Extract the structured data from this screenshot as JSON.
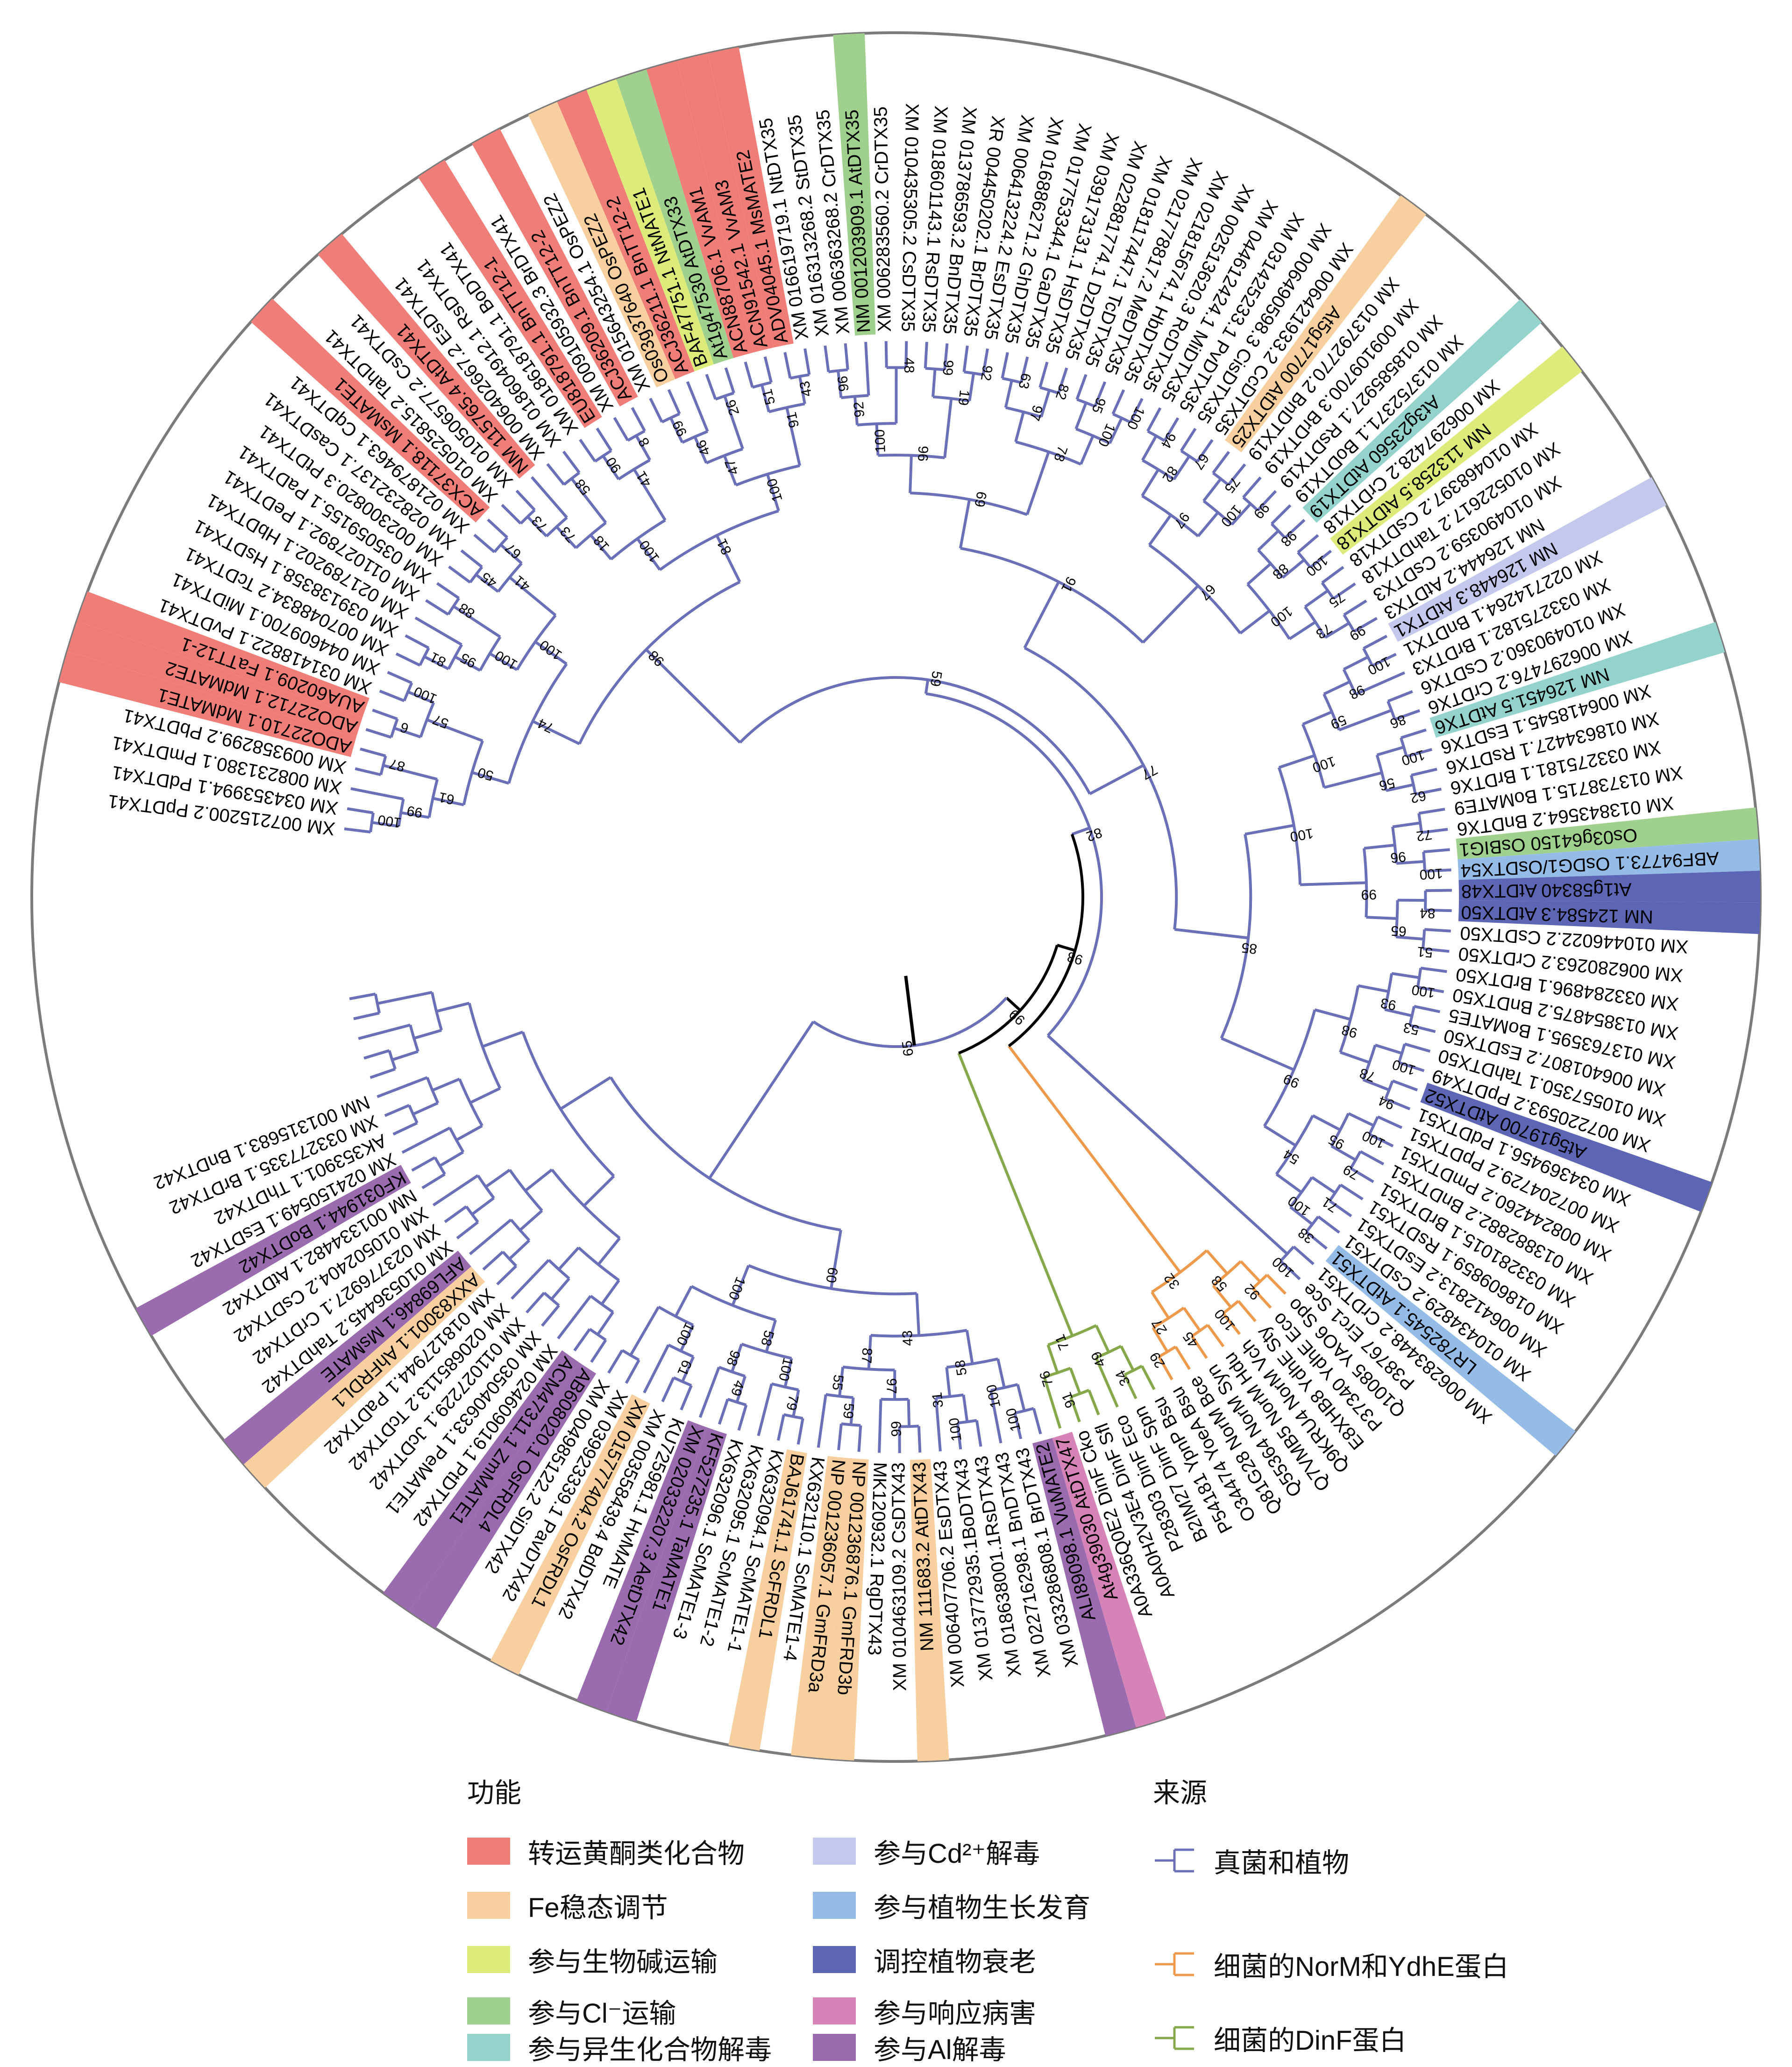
{
  "colors": {
    "fungi_plant": "#6A70B8",
    "bacterial_norm": "#EE9A4D",
    "bacterial_dinf": "#84A84A",
    "root": "#000000",
    "circle": "#7B7B7B"
  },
  "legend": {
    "function_title": "功能",
    "source_title": "来源",
    "function_items": [
      {
        "id": "flav",
        "label": "转运黄酮类化合物",
        "color": "#F07E78"
      },
      {
        "id": "fe",
        "label": "Fe稳态调节",
        "color": "#F8CF9E"
      },
      {
        "id": "alk",
        "label": "参与生物碱运输",
        "color": "#DCEB7A"
      },
      {
        "id": "cl",
        "label": "参与Cl⁻运输",
        "color": "#9FD08D"
      },
      {
        "id": "xeno",
        "label": "参与异生化合物解毒",
        "color": "#94D2CC"
      },
      {
        "id": "cd",
        "label": "参与Cd²⁺解毒",
        "color": "#C4C8EC"
      },
      {
        "id": "growth",
        "label": "参与植物生长发育",
        "color": "#95BCE6"
      },
      {
        "id": "senes",
        "label": "调控植物衰老",
        "color": "#5C66B4"
      },
      {
        "id": "path",
        "label": "参与响应病害",
        "color": "#D684B8"
      },
      {
        "id": "al",
        "label": "参与Al解毒",
        "color": "#9A6BAE"
      }
    ],
    "source_items": [
      {
        "id": "fp",
        "label": "真菌和植物",
        "color": "#6A70B8"
      },
      {
        "id": "norm",
        "label": "细菌的NorM和YdhE蛋白",
        "color": "#EE9A4D"
      },
      {
        "id": "dinf",
        "label": "细菌的DinF蛋白",
        "color": "#84A84A"
      }
    ]
  },
  "tree": {
    "leaves": [
      {
        "label": "XM 007215200.2 PpDTX41"
      },
      {
        "label": "XM 034353994.1 PdDTX41"
      },
      {
        "label": "XM 008231380.1 PmDTX41"
      },
      {
        "label": "XM 009358299.2 PbDTX41"
      },
      {
        "label": "ADO22710.1 MdMATE1",
        "hl": "flav"
      },
      {
        "label": "ADO22712.1 MdMATE2",
        "hl": "flav"
      },
      {
        "label": "AUA60209.1 FaTT12-1",
        "hl": "flav"
      },
      {
        "label": "XM 031418822.1 PvDTX41"
      },
      {
        "label": "XM 044609700.1 MiDTX41"
      },
      {
        "label": "XM 007048834.2 TcDTX41"
      },
      {
        "label": "XM 039138358.1 HsDTX41"
      },
      {
        "label": "XM 021789202.1 HbDTX41"
      },
      {
        "label": "XM 011027892.1 PeDTX41"
      },
      {
        "label": "XM 035059155.1 PaDTX41"
      },
      {
        "label": "XM 002300820.3 PtDTX41"
      },
      {
        "label": "XM 028232137.1 CasDTX41"
      },
      {
        "label": "XM 021879463.1 CqDTX41"
      },
      {
        "label": "ACX37118.1 MsMATE1",
        "hl": "flav"
      },
      {
        "label": "XM 010525815.2 TahDTX41"
      },
      {
        "label": "XM 010506577.2 CsDTX41"
      },
      {
        "label": "NM 115765.4 AtDTX41",
        "hl": "flav"
      },
      {
        "label": "XM 006402667.2 EsDTX41"
      },
      {
        "label": "XM 018604912.1 RsDTX41"
      },
      {
        "label": "XM 018618791.1 BoDTX41"
      },
      {
        "label": "EU818791.1 BnTT12-1",
        "hl": "flav"
      },
      {
        "label": "XM 009105932.3 BrDTX41"
      },
      {
        "label": "ACJ36209.1 BnTT12-2",
        "hl": "flav"
      },
      {
        "label": "XM 015643254.1 OsPEZ2"
      },
      {
        "label": "Os03g37640 OsPEZ2",
        "hl": "fe"
      },
      {
        "label": "ACJ36211.1 BnTT12-2",
        "hl": "flav"
      },
      {
        "label": "BAF47751.1 NtMATE1",
        "hl": "alk"
      },
      {
        "label": "At1g47530 AtDTX33",
        "hl": "cl"
      },
      {
        "label": "ACN88706.1 VvAM1",
        "hl": "flav"
      },
      {
        "label": "ACN91542.1 VvAM3",
        "hl": "flav"
      },
      {
        "label": "ADV04045.1 MsMATE2",
        "hl": "flav"
      },
      {
        "label": "XM 016619719.1 NtDTX35"
      },
      {
        "label": "XM 016313268.2 StDTX35"
      },
      {
        "label": "XM 006363268.2 CrDTX35"
      },
      {
        "label": "NM 001203909.1 AtDTX35",
        "hl": "cl"
      },
      {
        "label": "XM 006283560.2 CrDTX35"
      },
      {
        "label": "XM 010435305.2 CsDTX35"
      },
      {
        "label": "XM 018601143.1 RsDTX35"
      },
      {
        "label": "XM 013786593.2 BnDTX35"
      },
      {
        "label": "XR 004450202.1 BrDTX35"
      },
      {
        "label": "XM 006413224.2 EsDTX35"
      },
      {
        "label": "XM 016886271.2 GhDTX35"
      },
      {
        "label": "XM 017753344.1 GaDTX35"
      },
      {
        "label": "XM 039173131.1 HsDTX35"
      },
      {
        "label": "XM 022881774.1 DzDTX35"
      },
      {
        "label": "XM 018117447.1 TcDTX35"
      },
      {
        "label": "XM 021778817.2 MeDTX35"
      },
      {
        "label": "XM 021815674.1 HbDTX35"
      },
      {
        "label": "XM 002513620.3 RcDTX35"
      },
      {
        "label": "XM 044612424.1 MiDTX35"
      },
      {
        "label": "XM 031425233.1 PvDTX35"
      },
      {
        "label": "XM 006490598.3 CisDTX35"
      },
      {
        "label": "XM 006421933.2 CcDTX35"
      },
      {
        "label": "At5g17700 AtDTX25",
        "hl": "fe"
      },
      {
        "label": "XM 013792770.2 BnDTX19"
      },
      {
        "label": "XM 009109700.3 BrDTX19"
      },
      {
        "label": "XM 018585927.1 RsDTX19"
      },
      {
        "label": "XM 013752371.1 BoDTX19"
      },
      {
        "label": "At3g23560 AtDTX19",
        "hl": "xeno"
      },
      {
        "label": "XM 006297428.2 CrDTX18"
      },
      {
        "label": "NM 113258.5 AtDTX18",
        "hl": "alk"
      },
      {
        "label": "XM 010468397.2 CsDTX18"
      },
      {
        "label": "XM 010522617.2 TahDTX18"
      },
      {
        "label": "XM 010490359.2 CsDTX3"
      },
      {
        "label": "NM 126444.2 AtDTX3"
      },
      {
        "label": "NM 126448.3 AtDTX1",
        "hl": "cd"
      },
      {
        "label": "XM 022714264.1 BnDTX1"
      },
      {
        "label": "XM 033275182.1 BrDTX3"
      },
      {
        "label": "XM 010490360.2 CsDTX6"
      },
      {
        "label": "XM 006297476.2 CrDTX6"
      },
      {
        "label": "NM 126451.5 AtDTX6",
        "hl": "xeno"
      },
      {
        "label": "XM 006418545.1 EsDTX6"
      },
      {
        "label": "XM 018634427.1 RsDTX6"
      },
      {
        "label": "XM 033275181.1 BrDTX6"
      },
      {
        "label": "XM 013738715.1 BoMATE9"
      },
      {
        "label": "XM 013843564.2 BnDTX6"
      },
      {
        "label": "Os03g64150 OsBIG1",
        "hl": "cl"
      },
      {
        "label": "ABF94773.1 OsDG1/OsDTX54",
        "hl": "growth"
      },
      {
        "label": "At1g58340 AtDTX48",
        "hl": "senes"
      },
      {
        "label": "NM 124584.3 AtDTX50",
        "hl": "senes"
      },
      {
        "label": "XM 010446022.2 CsDTX50"
      },
      {
        "label": "XM 006280263.2 CrDTX50"
      },
      {
        "label": "XM 033284896.1 BrDTX50"
      },
      {
        "label": "XM 013854875.2 BnDTX50"
      },
      {
        "label": "XM 013763595.1 BoMATE5"
      },
      {
        "label": "XM 006401807.2 EsDTX50"
      },
      {
        "label": "XM 010557350.1 TahDTX50"
      },
      {
        "label": "XM 007220593.2 PpDTX49"
      },
      {
        "label": "At5g19700 AtDTX52",
        "hl": "senes"
      },
      {
        "label": "XM 034369456.1 PdDTX51"
      },
      {
        "label": "XM 007204729.2 PpDTX51"
      },
      {
        "label": "XM 008244260.2 PmDTX51"
      },
      {
        "label": "XM 013882882.2 BnDTX51"
      },
      {
        "label": "XM 033281015.1 BrDTX51"
      },
      {
        "label": "XM 018609859.1 RsDTX51"
      },
      {
        "label": "XM 006412813.2 EsDTX51"
      },
      {
        "label": "XM 010434829.2 CsDTX51"
      },
      {
        "label": "LR782545.1 AtDTX51",
        "hl": "growth"
      },
      {
        "label": "XM 006283448.2 CrDTX51"
      },
      {
        "label": "P38767 Erc1 Sce"
      },
      {
        "label": "Q10085 YAO6 Spo"
      },
      {
        "label": "P37340 YdhE Eco"
      },
      {
        "label": "E8XHB8 YdhE Sty"
      },
      {
        "label": "Q9KRU4 NorM Vch"
      },
      {
        "label": "Q7VMB5 NorM Hdu"
      },
      {
        "label": "Q55364 NorM Syn"
      },
      {
        "label": "Q81G28 NorM Bce"
      },
      {
        "label": "O34474 YoeA Bsu"
      },
      {
        "label": "P54181 YpnP Bsu"
      },
      {
        "label": "B2IM27 DinF Spn"
      },
      {
        "label": "P28303 DinF Eco"
      },
      {
        "label": "A0A0H2V3E4 DinF Sfl"
      },
      {
        "label": "A0A336Q0E2 DinF Cko"
      },
      {
        "label": "At4g39030 AtDTX47",
        "hl": "path"
      },
      {
        "label": "ALI89098.1 VuMATE2",
        "hl": "al"
      },
      {
        "label": "XM 033286808.1 BrDTX43"
      },
      {
        "label": "XM 022716298.1 BnDTX43"
      },
      {
        "label": "XM 018638001.1RsDTX43"
      },
      {
        "label": "XM 013772935.1BoDTX43"
      },
      {
        "label": "XM 006407706.2 EsDTX43"
      },
      {
        "label": "NM 111683.2 AtDTX43",
        "hl": "fe"
      },
      {
        "label": "XM 010463109.2 CsDTX43"
      },
      {
        "label": "MK120932.1 RgDTX43"
      },
      {
        "label": "NP 001236876.1 GmFRD3b",
        "hl": "fe"
      },
      {
        "label": "NP 001236057.1 GmFRD3a",
        "hl": "fe"
      },
      {
        "label": "KX632110.1 ScMATE1-4"
      },
      {
        "label": "BAJ61741.1 ScFRDL1",
        "hl": "fe"
      },
      {
        "label": "KX632094.1 ScMATE1-1"
      },
      {
        "label": "KX632095.1 ScMATE1-2"
      },
      {
        "label": "KX632096.1 ScMATE1-3"
      },
      {
        "label": "KF527235.1 TaMATE1",
        "hl": "al"
      },
      {
        "label": "XM 020332207.3 AetDTX42",
        "hl": "al"
      },
      {
        "label": "KU725981.1 HvMATE"
      },
      {
        "label": "XM 003558439.4 BdDTX42"
      },
      {
        "label": "XM 015777404.2 OsFRDL1",
        "hl": "fe"
      },
      {
        "label": "XM 039923339.1 PavDTX42"
      },
      {
        "label": "XM 004985122.2 SiDTX42"
      },
      {
        "label": "AB608020.1 OsFRDL4",
        "hl": "al"
      },
      {
        "label": "ACM47311.1 ZmMATE1",
        "hl": "al"
      },
      {
        "label": "XM 024609019.1 PtDTX42"
      },
      {
        "label": "XM 035040633.1 PeMATE1"
      },
      {
        "label": "XM 011027229.1 JcDTX42"
      },
      {
        "label": "XM 020685113.2 TcDTX42"
      },
      {
        "label": "XM 018127944.1 PaDTX42"
      },
      {
        "label": "AXX83001.1 AhFRDL1",
        "hl": "fe"
      },
      {
        "label": "AFL69846.1 MsMATE",
        "hl": "al"
      },
      {
        "label": "XM 010536445.2 TahDTX42"
      },
      {
        "label": "XM 023776927.1 CrDTX42"
      },
      {
        "label": "XM 010502404.2 CsDTX42"
      },
      {
        "label": "NM 001334482.1 AtDTX42"
      },
      {
        "label": "KF031944.1 BoDTX42",
        "hl": "al"
      },
      {
        "label": "XM 024150549.1 EsDTX42"
      },
      {
        "label": "AK353901.1 ThDTX42"
      },
      {
        "label": "XM 033277335.1 BrDTX42"
      },
      {
        "label": "NM 001315683.1 BnDTX42"
      }
    ],
    "clades": [
      {
        "from": 0,
        "to": 35,
        "source": "fp"
      },
      {
        "from": 36,
        "to": 101,
        "source": "fp"
      },
      {
        "from": 102,
        "to": 103,
        "source": "fp"
      },
      {
        "from": 104,
        "to": 111,
        "source": "norm"
      },
      {
        "from": 112,
        "to": 117,
        "source": "dinf"
      },
      {
        "from": 118,
        "to": 163,
        "source": "fp"
      }
    ],
    "bootstrap": [
      "100",
      "99",
      "61",
      "87",
      "50",
      "6",
      "57",
      "100",
      "74",
      "81",
      "95",
      "100",
      "88",
      "100",
      "45",
      "41",
      "67",
      "98",
      "73",
      "73",
      "18",
      "58",
      "100",
      "90",
      "41",
      "8",
      "81",
      "99",
      "46",
      "47",
      "26",
      "100",
      "51",
      "91",
      "43",
      "96",
      "92",
      "100",
      "48",
      "96",
      "99",
      "19",
      "59",
      "92",
      "69",
      "63",
      "97",
      "82",
      "78",
      "95",
      "100",
      "100",
      "91",
      "94",
      "82",
      "67",
      "97",
      "75",
      "100",
      "99",
      "67",
      "98",
      "88",
      "100",
      "100",
      "75",
      "73",
      "99",
      "77",
      "100",
      "98",
      "59",
      "86",
      "82",
      "100",
      "100",
      "56",
      "62",
      "100",
      "72",
      "96",
      "100",
      "99",
      "84",
      "65",
      "51",
      "85",
      "100",
      "93",
      "53",
      "98",
      "98",
      "100",
      "78",
      "94",
      "99",
      "100",
      "95",
      "79",
      "54",
      "71",
      "100",
      "38",
      "99",
      "100",
      "92",
      "58",
      "100",
      "32",
      "45",
      "27",
      "29",
      "34",
      "49",
      "71",
      "91",
      "76",
      "100",
      "100",
      "58",
      "100",
      "65",
      "31",
      "43",
      "99",
      "97",
      "87",
      "59",
      "55",
      "60",
      "79",
      "100",
      "58",
      "49",
      "98",
      "100",
      "61",
      "100"
    ]
  }
}
